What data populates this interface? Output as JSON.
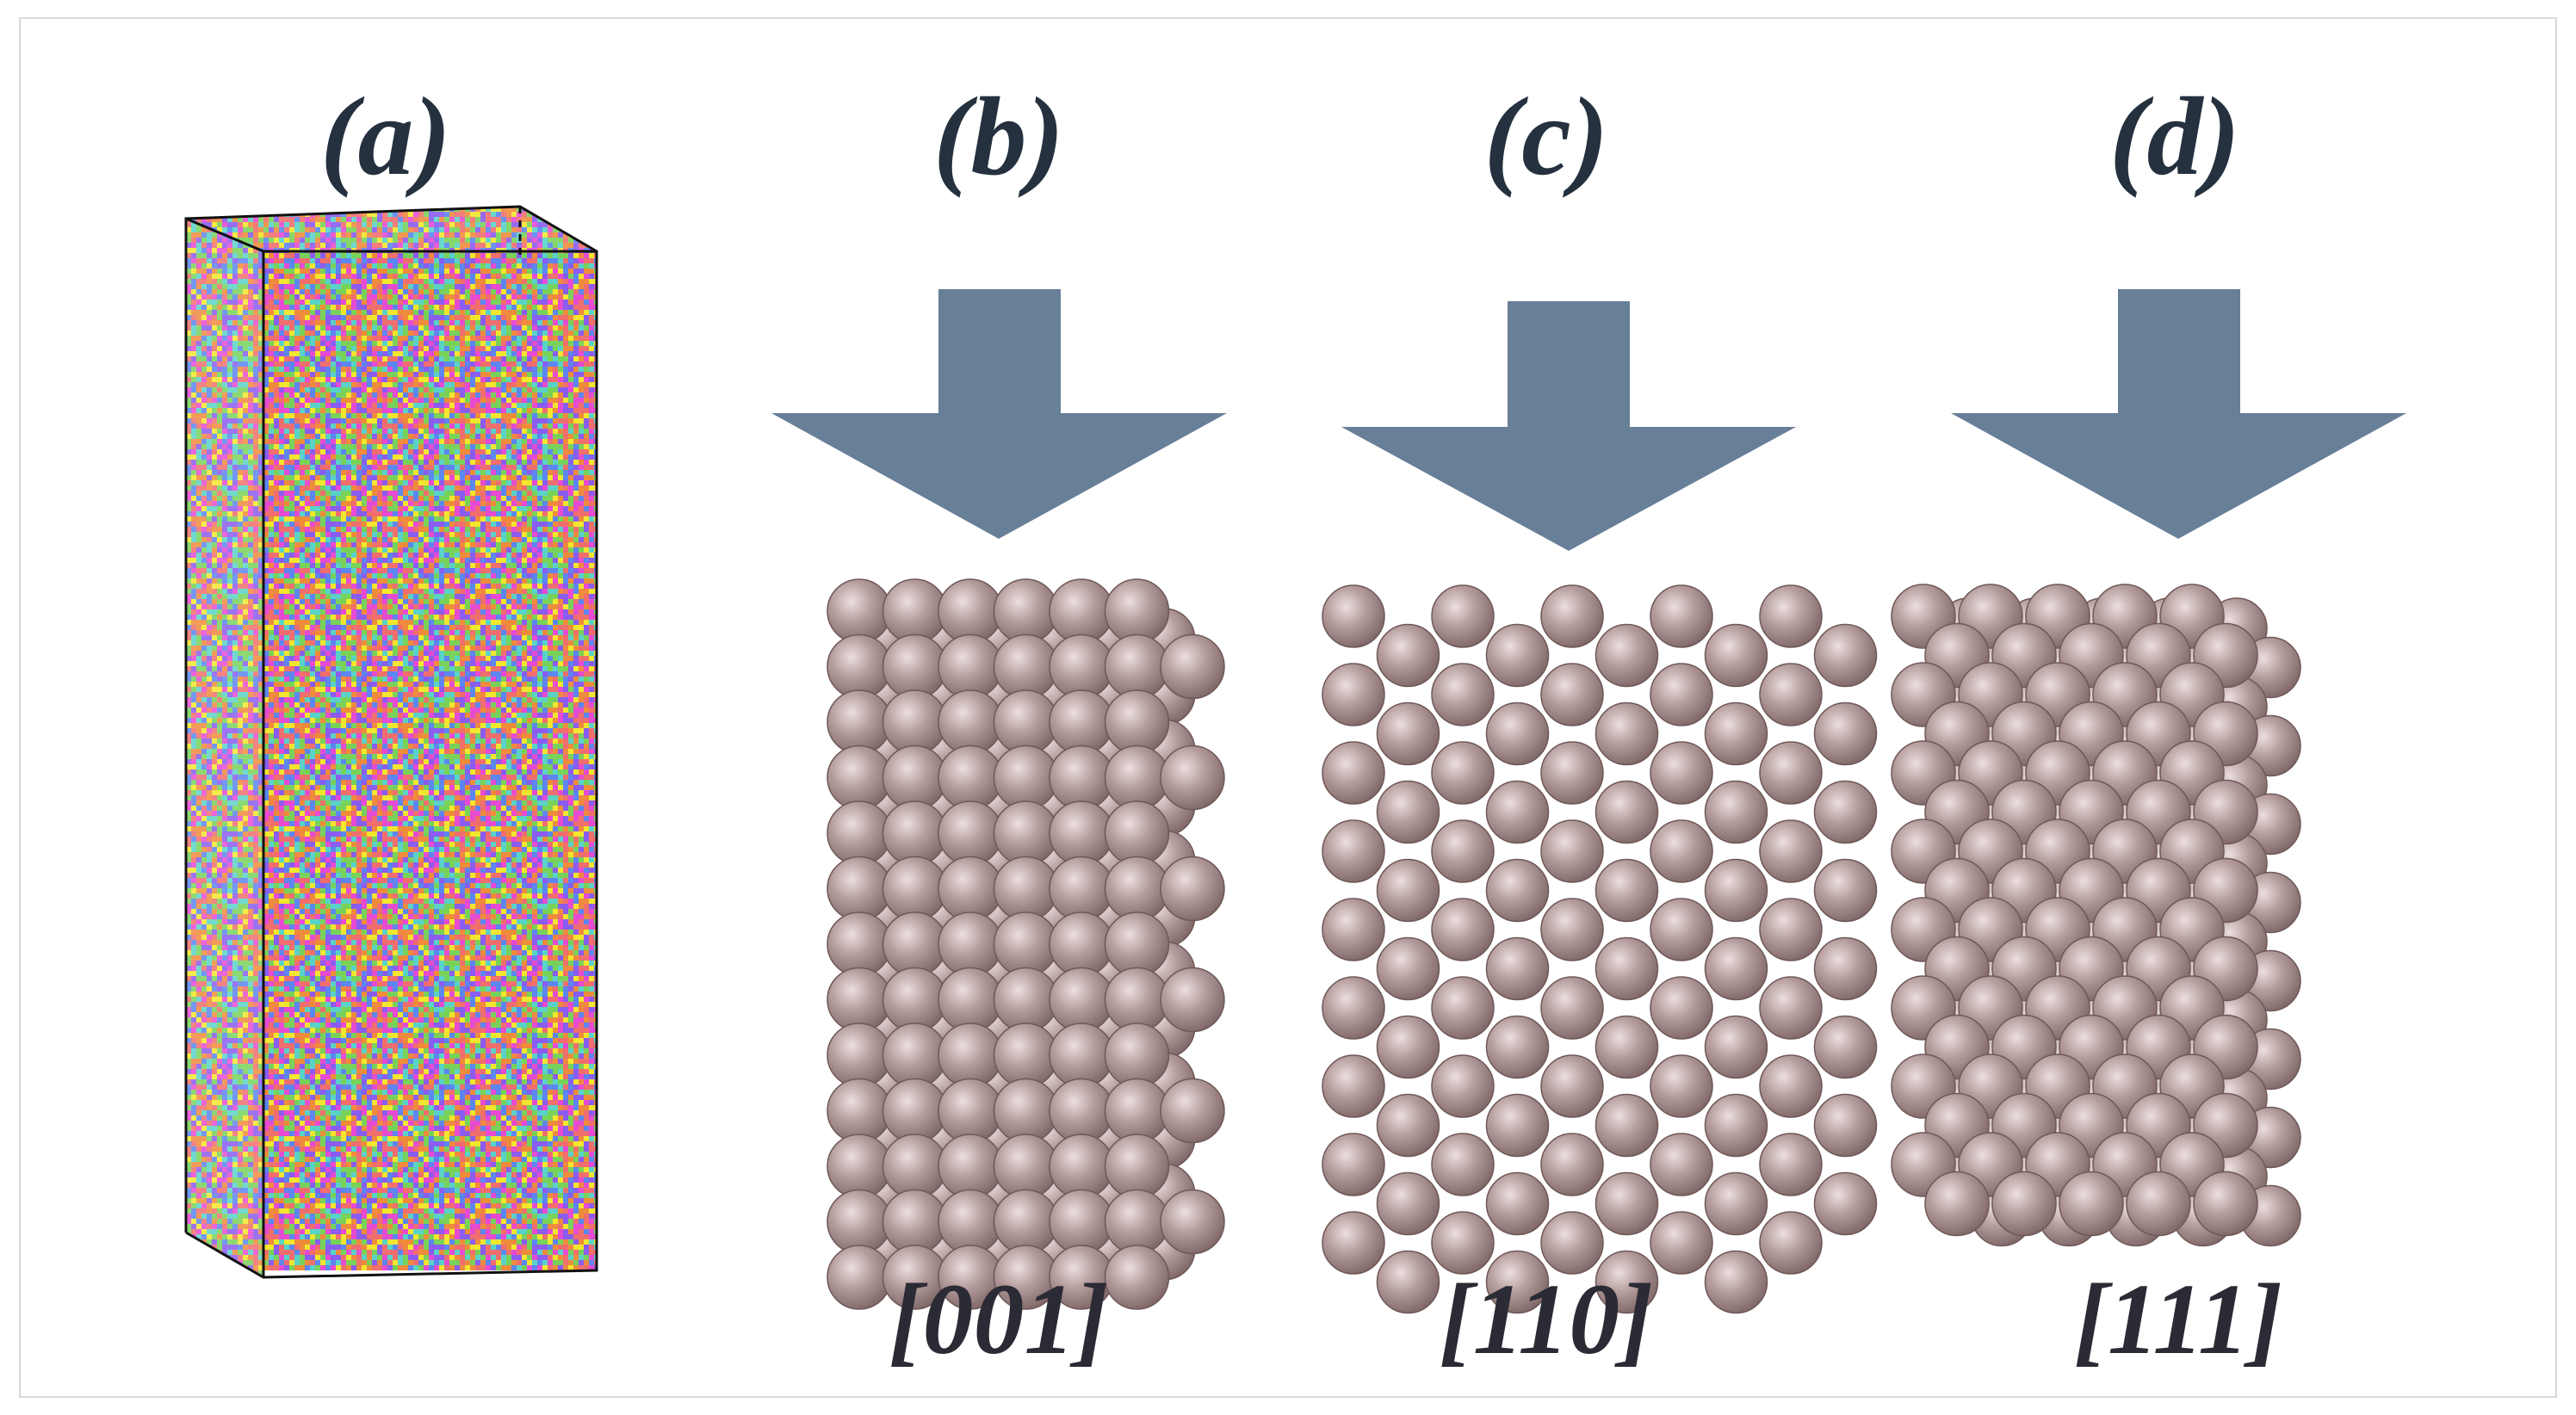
{
  "figure": {
    "panel_labels": {
      "a": "(a)",
      "b": "(b)",
      "c": "(c)",
      "d": "(d)"
    },
    "direction_labels": {
      "b": "[001]",
      "c": "[110]",
      "d": "[111]"
    },
    "colors": {
      "arrow": "#687f98",
      "atom_fill": "#b79e9e",
      "atom_highlight": "#e8dcdc",
      "atom_shadow": "#6f5858",
      "box_edge": "#111111",
      "frame": "#d9d9d9",
      "label_text": "#25313f",
      "alloy_element_colors": [
        "#e64bd2",
        "#f2e62e",
        "#8a5cf0",
        "#f06e6e",
        "#5ad2c8",
        "#78d25a",
        "#ee8c3c",
        "#5c86f0"
      ]
    },
    "alloy_box": {
      "atom_size_px": 6,
      "element_count": 8
    }
  }
}
